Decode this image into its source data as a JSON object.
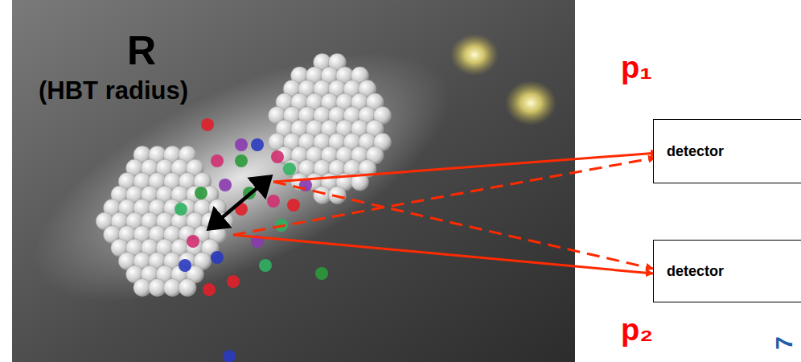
{
  "diagram": {
    "nodes": [
      {
        "text": [
          "detector"
        ]
      },
      {
        "text": [
          "detector"
        ]
      }
    ],
    "labels": [
      "R",
      "(HBT radius)",
      "p₁",
      "p₂",
      "7"
    ]
  }
}
